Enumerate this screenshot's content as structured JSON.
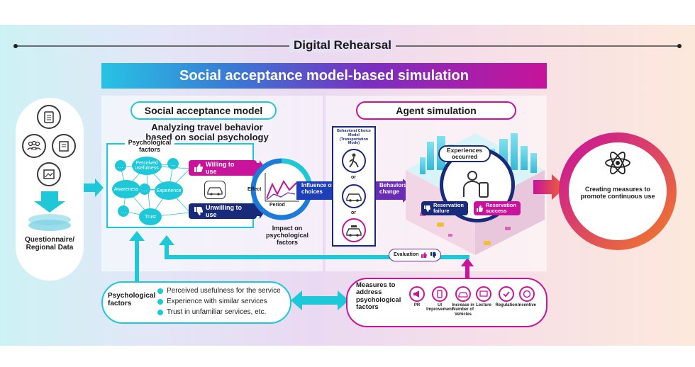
{
  "header": {
    "title": "Digital Rehearsal"
  },
  "banner": {
    "title": "Social acceptance model-based simulation"
  },
  "data_source": {
    "label": "Questionnaire/\nRegional Data"
  },
  "social_model": {
    "title": "Social acceptance model",
    "subtitle": "Analyzing travel behavior\nbased on social psychology",
    "network_title": "Psychological\nfactors",
    "nodes": [
      "Perceived\nusefulness",
      "Awareness",
      "Experience",
      "Trust",
      "…",
      "…",
      "…",
      "…"
    ],
    "willing": "Willing to\nuse",
    "unwilling": "Unwilling to\nuse",
    "effect_label": "Effect",
    "period_label": "Period",
    "impact_label": "Impact on\npsychological\nfactors"
  },
  "influence": {
    "label": "Influence on\nchoices"
  },
  "agent_sim": {
    "title": "Agent simulation",
    "choice_model": "Behavioral Choice Model\n(Transportation Mode)",
    "or1": "or",
    "or2": "or",
    "behavioral_change": "Behavioral\nchange",
    "experiences": "Experiences\noccurred",
    "res_failure": "Reservation\nfailure",
    "res_success": "Reservation\nsuccess",
    "evaluation": "Evaluation"
  },
  "outcome": {
    "label": "Creating measures to\npromote continuous use"
  },
  "psych_factors": {
    "title": "Psychological\nfactors",
    "items": [
      "Perceived usefulness for the service",
      "Experience with similar services",
      "Trust in unfamiliar services, etc."
    ]
  },
  "measures": {
    "title": "Measures to\naddress\npsychological\nfactors",
    "items": [
      "PR",
      "UI\nImprovement",
      "Increase in\nNumber of\nVehicles",
      "Lecture",
      "Regulation",
      "Incentive"
    ]
  },
  "colors": {
    "cyan": "#1ec8d8",
    "purple": "#6a2bb5",
    "magenta": "#c8139a",
    "navy": "#1a2a7a",
    "orange": "#f06a2a"
  }
}
